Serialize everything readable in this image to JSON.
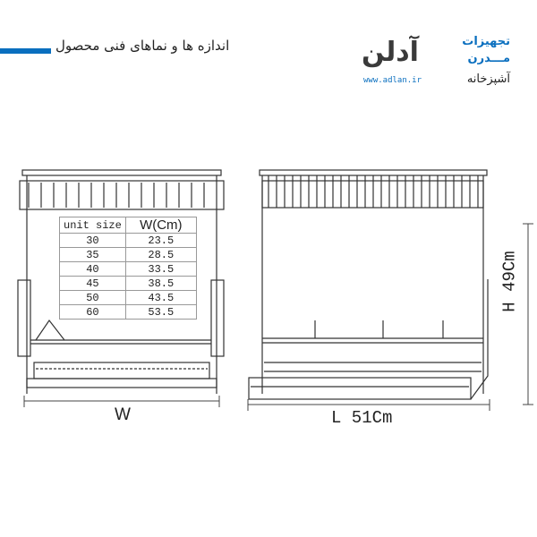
{
  "header": {
    "title": "اندازه ها و نماهای فنی محصول",
    "accent_color": "#0a6fbf"
  },
  "logo": {
    "mark": "آدلن",
    "line1": "تجهیزات",
    "line2": "مـــدرن",
    "line3": "آشپزخانه",
    "url": "www.adlan.ir"
  },
  "size_table": {
    "headers": [
      "unit size",
      "W(Cm)"
    ],
    "rows": [
      [
        "30",
        "23.5"
      ],
      [
        "35",
        "28.5"
      ],
      [
        "40",
        "33.5"
      ],
      [
        "45",
        "38.5"
      ],
      [
        "50",
        "43.5"
      ],
      [
        "60",
        "53.5"
      ]
    ]
  },
  "dimensions": {
    "width_label": "W",
    "length_label": "L 51Cm",
    "height_label": "H 49Cm"
  }
}
